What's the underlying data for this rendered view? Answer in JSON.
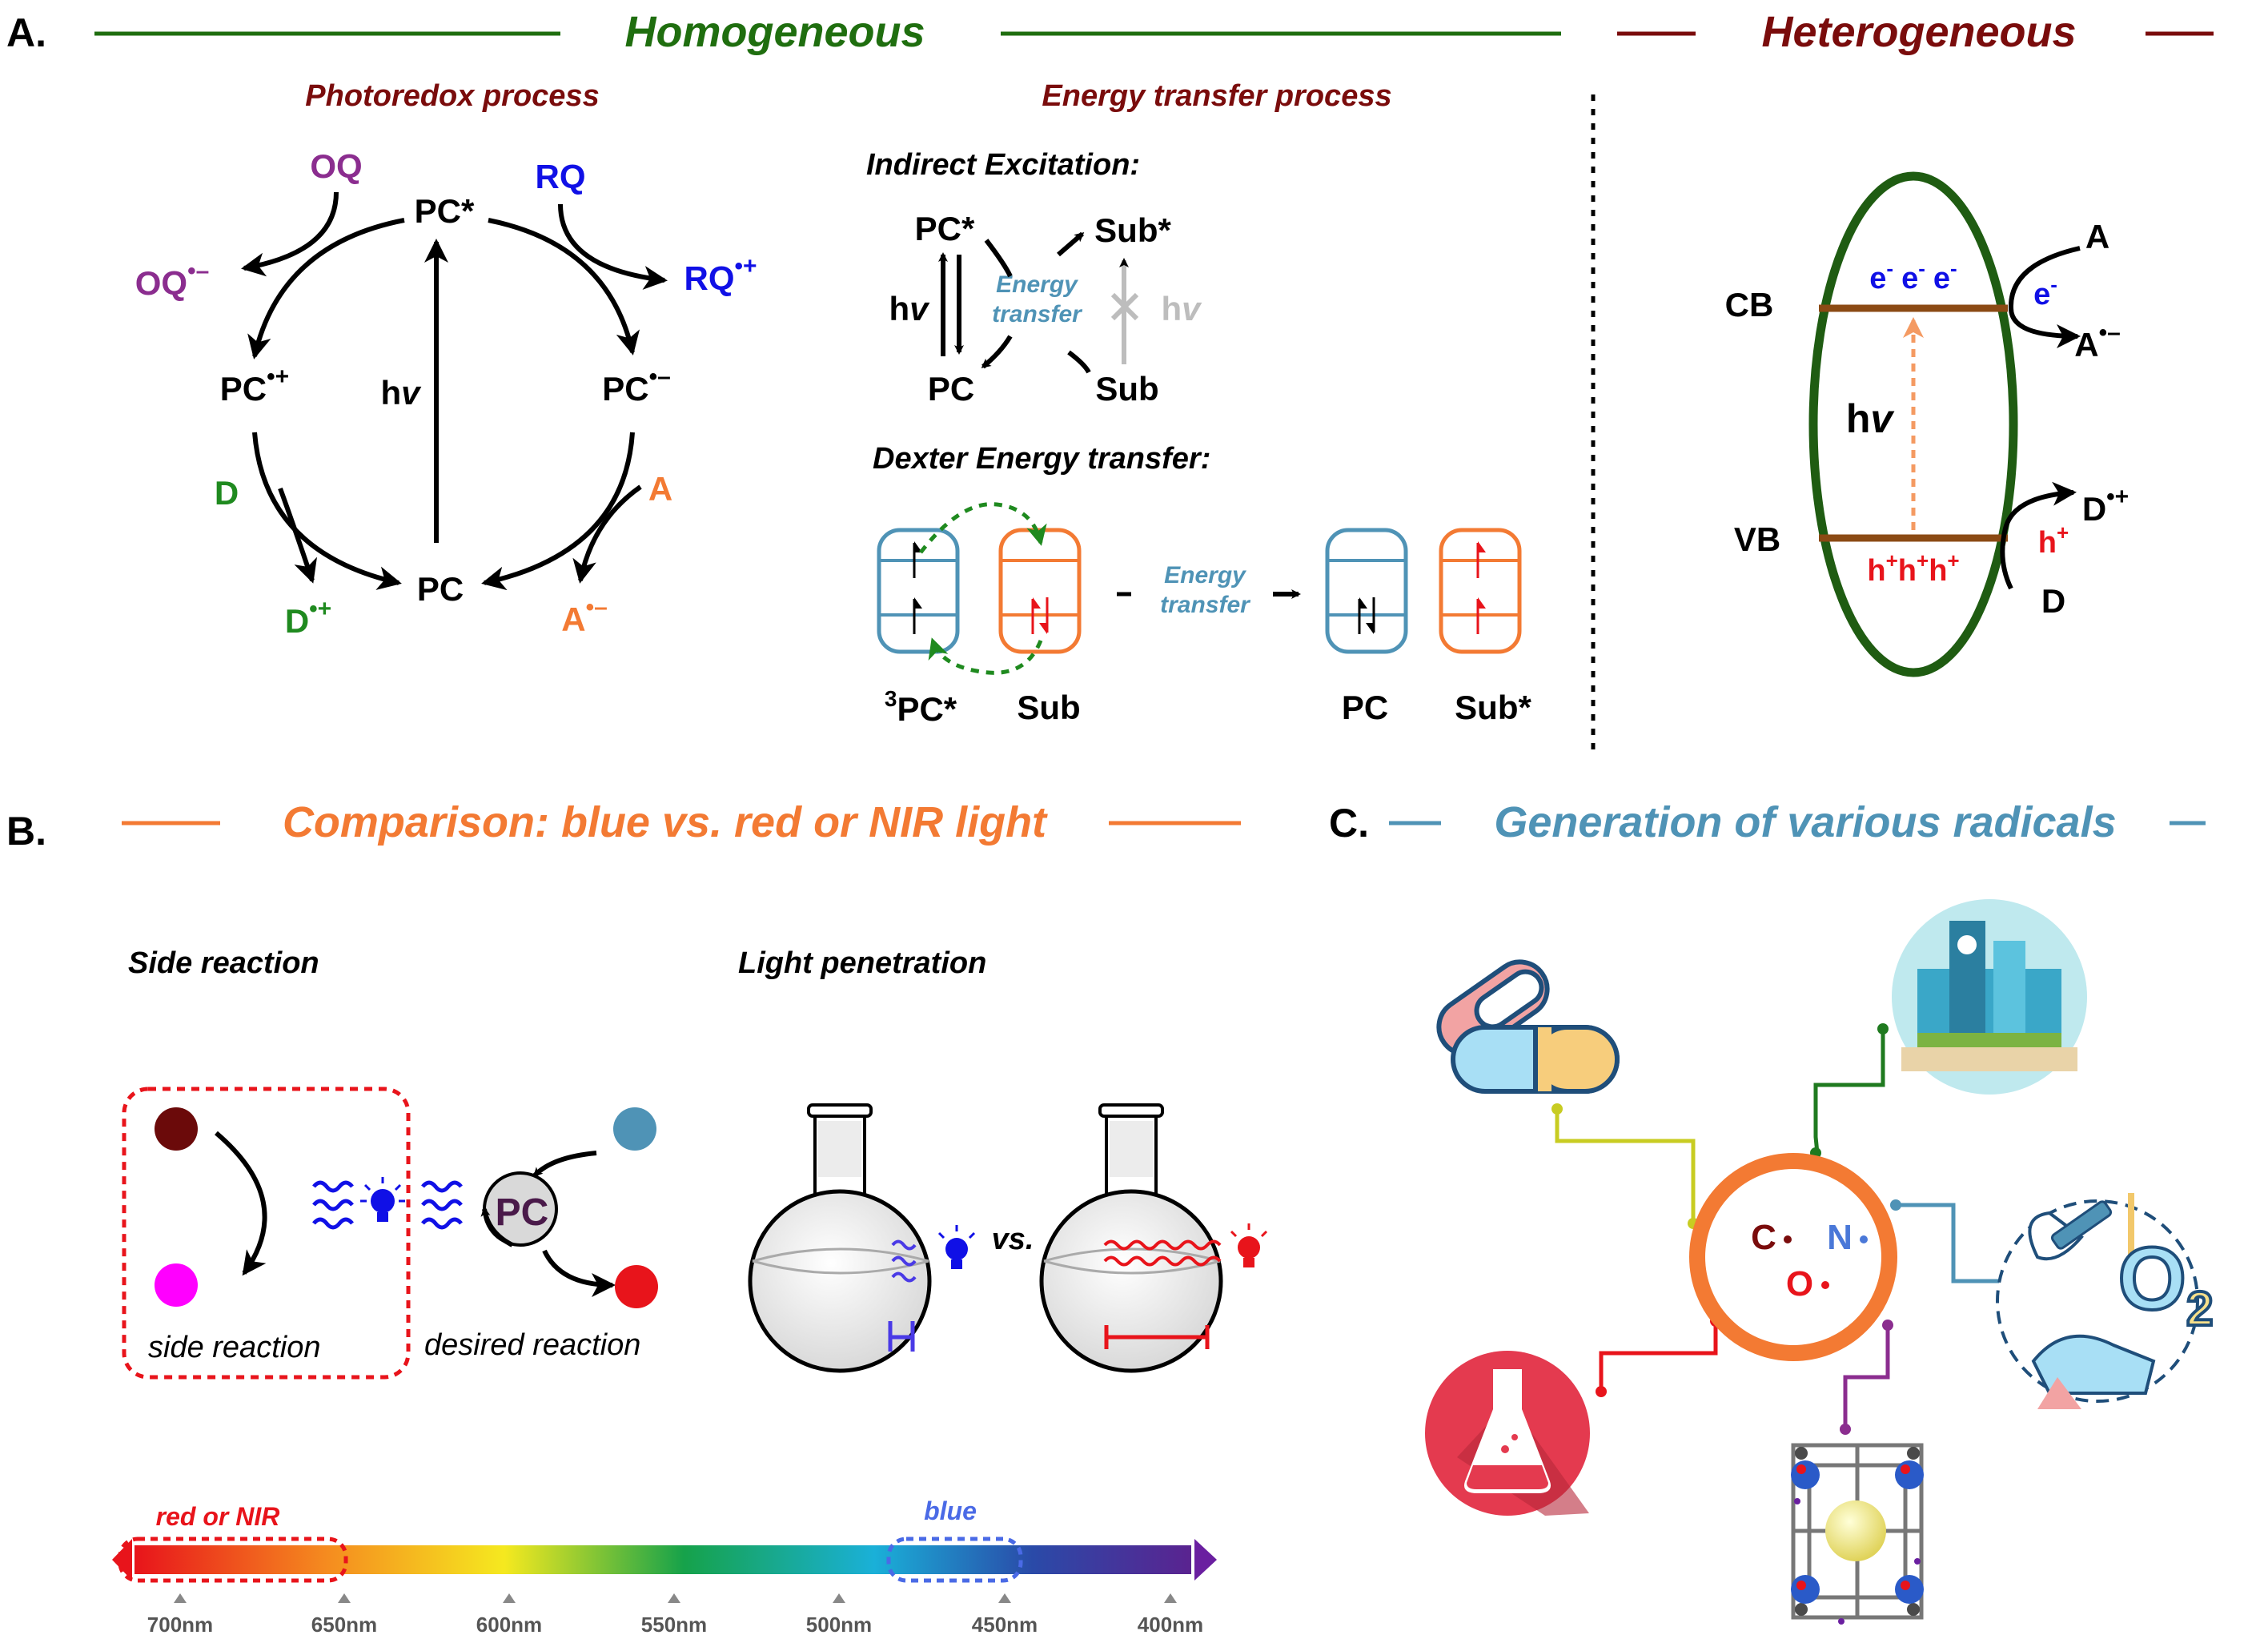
{
  "panel_a": {
    "label": "A.",
    "homogeneous": "Homogeneous",
    "heterogeneous": "Heterogeneous",
    "photoredox": {
      "title": "Photoredox process",
      "pc_star": "PC*",
      "pc": "PC",
      "pc_ox": "PC",
      "pc_red": "PC",
      "oq": "OQ",
      "oq_red": "OQ",
      "rq": "RQ",
      "rq_ox": "RQ",
      "d": "D",
      "d_ox": "D",
      "a": "A",
      "a_red": "A",
      "hv_h": "h",
      "hv_v": "v",
      "rad_plus": "•+",
      "rad_minus": "•–"
    },
    "energy_transfer": {
      "title": "Energy transfer process",
      "indirect": "Indirect Excitation:",
      "pc_star": "PC*",
      "sub_star": "Sub*",
      "pc": "PC",
      "sub": "Sub",
      "hv_h": "h",
      "hv_v": "v",
      "et_line1": "Energy",
      "et_line2": "transfer",
      "dexter": "Dexter Energy transfer:",
      "tpc_sup": "3",
      "tpc": "PC*",
      "d_sub": "Sub",
      "d_pc": "PC",
      "d_substar": "Sub*",
      "arrow_et1": "Energy",
      "arrow_et2": "transfer"
    },
    "hetero": {
      "cb": "CB",
      "vb": "VB",
      "electrons": [
        "e",
        "e",
        "e"
      ],
      "e_sup": "-",
      "holes": [
        "h",
        "h",
        "h"
      ],
      "h_sup": "+",
      "a": "A",
      "a_red": "A",
      "e_trans": "e",
      "e_trans_sup": "-",
      "d": "D",
      "d_ox": "D",
      "h_trans": "h",
      "h_trans_sup": "+",
      "hv_h": "h",
      "hv_v": "v",
      "rad_minus": "•–",
      "rad_plus": "•+"
    }
  },
  "panel_b": {
    "label": "B.",
    "title": "Comparison: blue vs. red or NIR light",
    "side_reaction_title": "Side reaction",
    "light_penetration_title": "Light penetration",
    "side_reaction_caption": "side reaction",
    "desired_reaction_caption": "desired reaction",
    "pc": "PC",
    "vs": "vs.",
    "spectrum": {
      "red_label": "red or NIR",
      "blue_label": "blue",
      "ticks": [
        "700nm",
        "650nm",
        "600nm",
        "550nm",
        "500nm",
        "450nm",
        "400nm"
      ]
    }
  },
  "panel_c": {
    "label": "C.",
    "title": "Generation of various radicals",
    "radicals": [
      "C",
      "N",
      "O"
    ],
    "o2": "O",
    "o2_sub": "2"
  },
  "colors": {
    "green": "#1f6e0f",
    "darkred": "#7a0c0c",
    "purple": "#8b2d8f",
    "blue": "#1010e6",
    "orange": "#f37a33",
    "teal": "#4f93b6",
    "red": "#e8141b"
  }
}
